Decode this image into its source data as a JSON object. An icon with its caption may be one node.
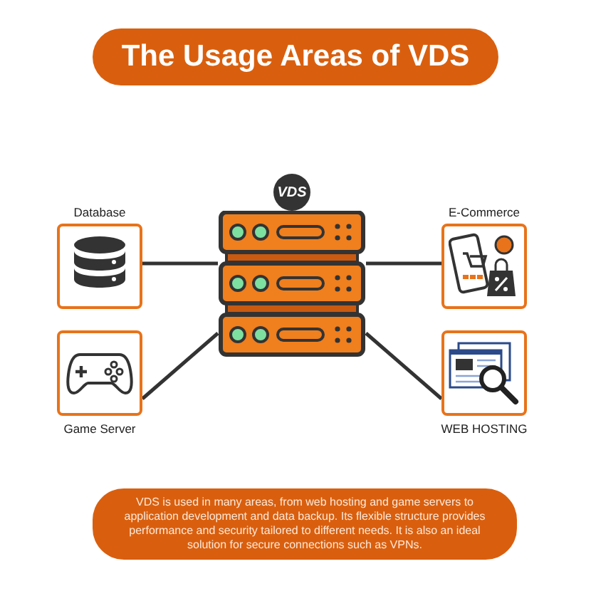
{
  "diagram": {
    "title": "The Usage Areas of VDS",
    "caption": "VDS is used in many areas, from web hosting and game servers to application development and data backup. Its flexible structure provides performance and security tailored to different needs. It is also an ideal solution for secure connections such as VPNs.",
    "nodes": [
      {
        "text": [
          "VDS"
        ]
      },
      {
        "text": [
          "Database"
        ]
      },
      {
        "text": [
          "E-Commerce"
        ]
      },
      {
        "text": [
          "Game Server"
        ]
      },
      {
        "text": [
          "WEB HOSTING"
        ]
      }
    ],
    "edges": [
      {
        "from": 0,
        "to": 1,
        "arrow": "none"
      },
      {
        "from": 0,
        "to": 2,
        "arrow": "none"
      },
      {
        "from": 0,
        "to": 3,
        "arrow": "none"
      },
      {
        "from": 0,
        "to": 4,
        "arrow": "none"
      }
    ]
  }
}
